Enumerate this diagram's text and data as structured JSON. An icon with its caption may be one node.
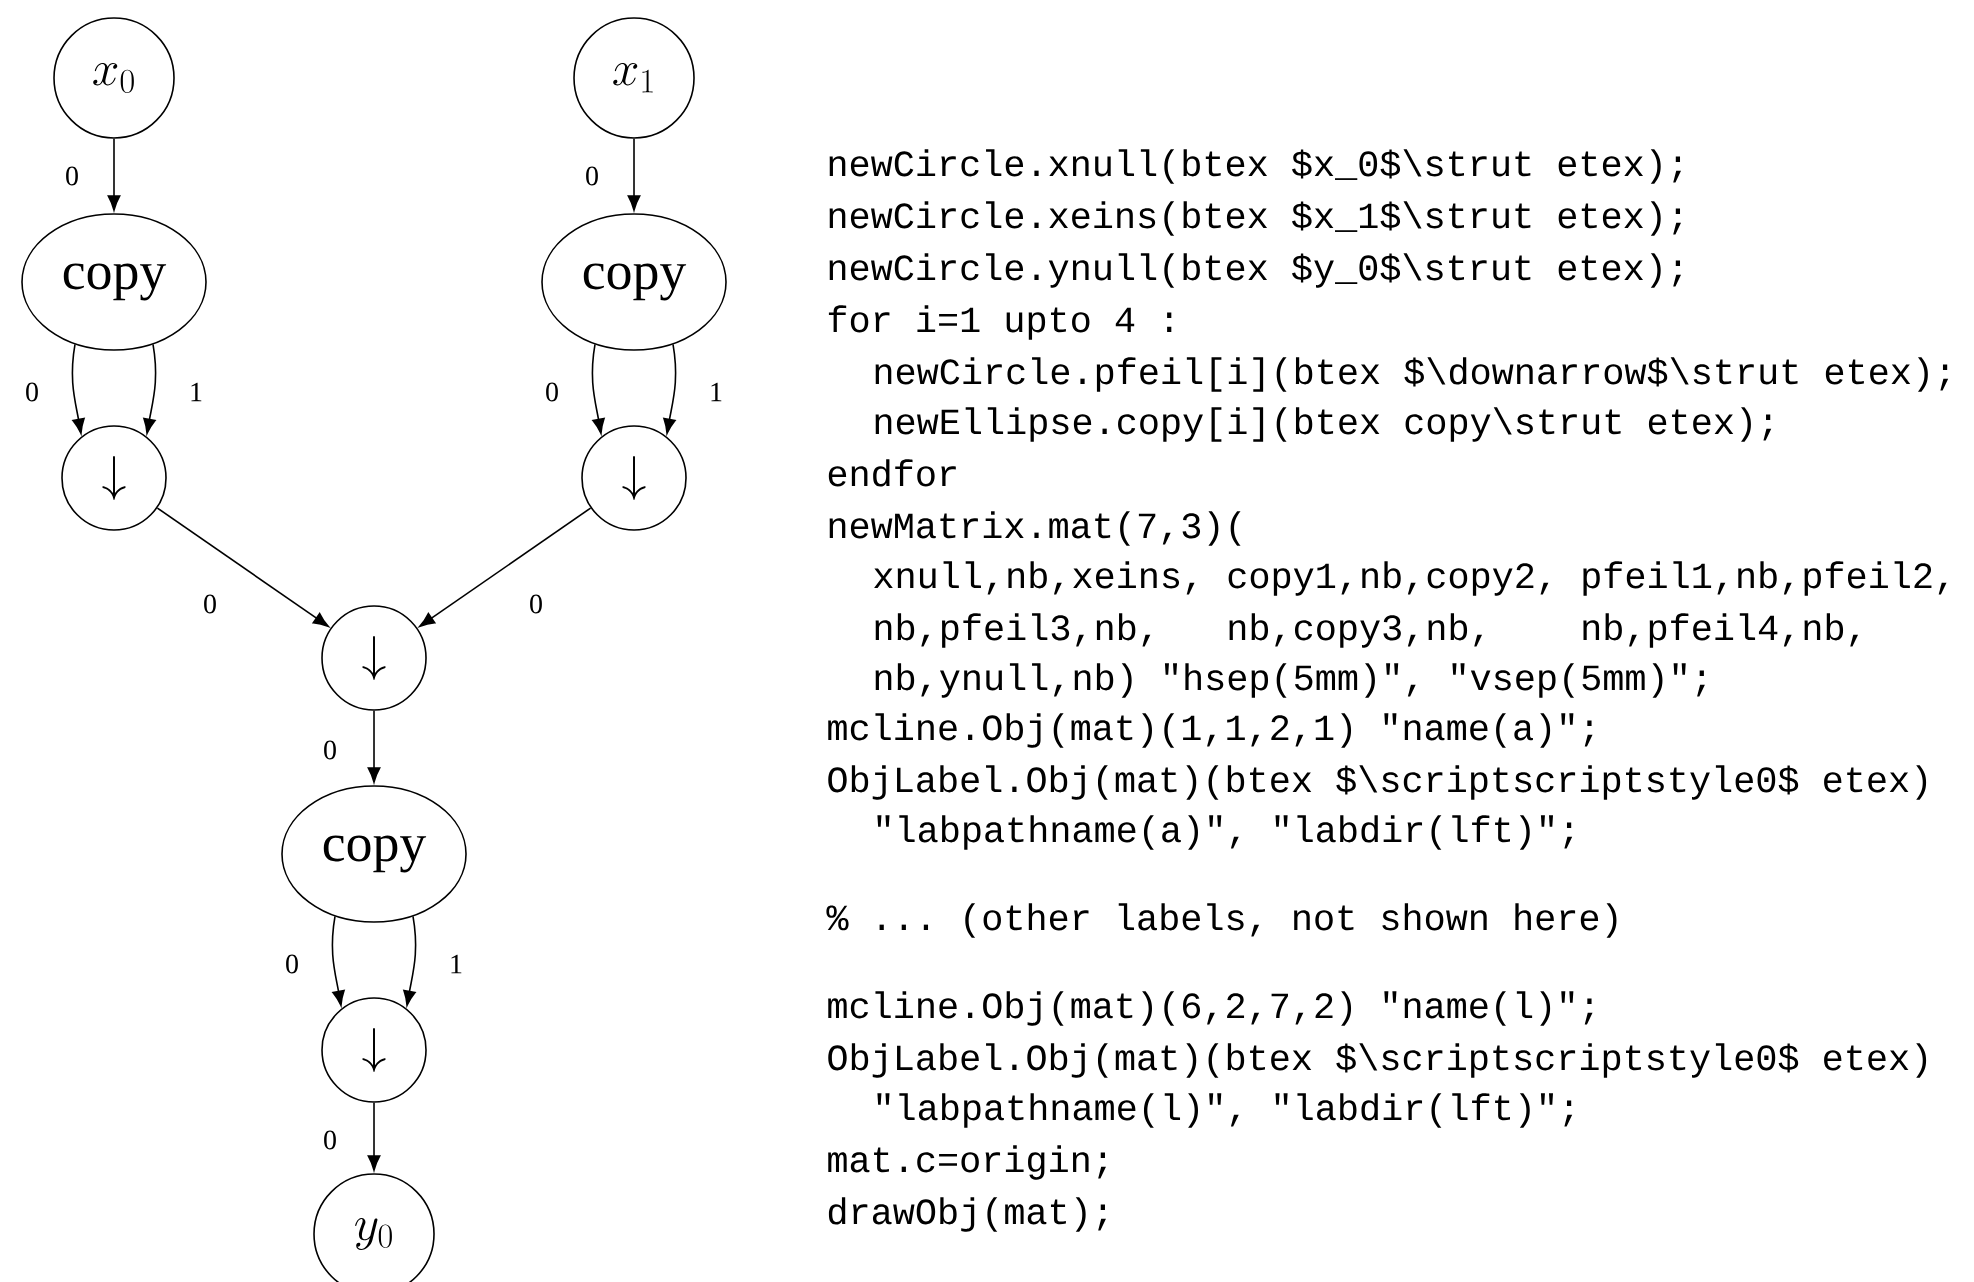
{
  "diagram": {
    "nodes": [
      {
        "text": [
          "x_0"
        ]
      },
      {
        "text": [
          "x_1"
        ]
      },
      {
        "text": [
          "copy"
        ]
      },
      {
        "text": [
          "copy"
        ]
      },
      {
        "text": [
          "\\downarrow"
        ]
      },
      {
        "text": [
          "\\downarrow"
        ]
      },
      {
        "text": [
          "\\downarrow"
        ]
      },
      {
        "text": [
          "copy"
        ]
      },
      {
        "text": [
          "\\downarrow"
        ]
      },
      {
        "text": [
          "y_0"
        ]
      }
    ],
    "edges": [
      {
        "from": 0,
        "to": 2,
        "arrow": "to",
        "label": "0"
      },
      {
        "from": 1,
        "to": 3,
        "arrow": "to",
        "label": "0"
      },
      {
        "from": 2,
        "to": 4,
        "arrow": "to",
        "label": "0"
      },
      {
        "from": 2,
        "to": 4,
        "arrow": "to",
        "label": "1"
      },
      {
        "from": 3,
        "to": 5,
        "arrow": "to",
        "label": "0"
      },
      {
        "from": 3,
        "to": 5,
        "arrow": "to",
        "label": "1"
      },
      {
        "from": 4,
        "to": 6,
        "arrow": "to",
        "label": "0"
      },
      {
        "from": 5,
        "to": 6,
        "arrow": "to",
        "label": "0"
      },
      {
        "from": 6,
        "to": 7,
        "arrow": "to",
        "label": "0"
      },
      {
        "from": 7,
        "to": 8,
        "arrow": "to",
        "label": "0"
      },
      {
        "from": 7,
        "to": 8,
        "arrow": "to",
        "label": "1"
      },
      {
        "from": 8,
        "to": 9,
        "arrow": "to",
        "label": "0"
      }
    ],
    "labels": [
      "newCircle.xnull(btex $x_0$\\strut etex);",
      "newCircle.xeins(btex $x_1$\\strut etex);",
      "newCircle.ynull(btex $y_0$\\strut etex);",
      "for i=1 upto 4 :",
      "newCircle.pfeil[i](btex $\\downarrow$\\strut etex);",
      "newEllipse.copy[i](btex copy\\strut etex);",
      "endfor",
      "newMatrix.mat(7,3)(",
      "xnull,nb,xeins, copy1,nb,copy2, pfeil1,nb,pfeil2,",
      "nb,pfeil3,nb,   nb,copy3,nb,    nb,pfeil4,nb,",
      "nb,ynull,nb) \"hsep(5mm)\", \"vsep(5mm)\";",
      "mcline.Obj(mat)(1,1,2,1) \"name(a)\";",
      "ObjLabel.Obj(mat)(btex $\\scriptscriptstyle0$ etex)",
      "\"labpathname(a)\", \"labdir(lft)\";",
      "% ... (other labels, not shown here)",
      "mcline.Obj(mat)(6,2,7,2) \"name(l)\";",
      "ObjLabel.Obj(mat)(btex $\\scriptscriptstyle0$ etex)",
      "\"labpathname(l)\", \"labdir(lft)\";",
      "mat.c=origin;",
      "drawObj(mat);"
    ]
  }
}
